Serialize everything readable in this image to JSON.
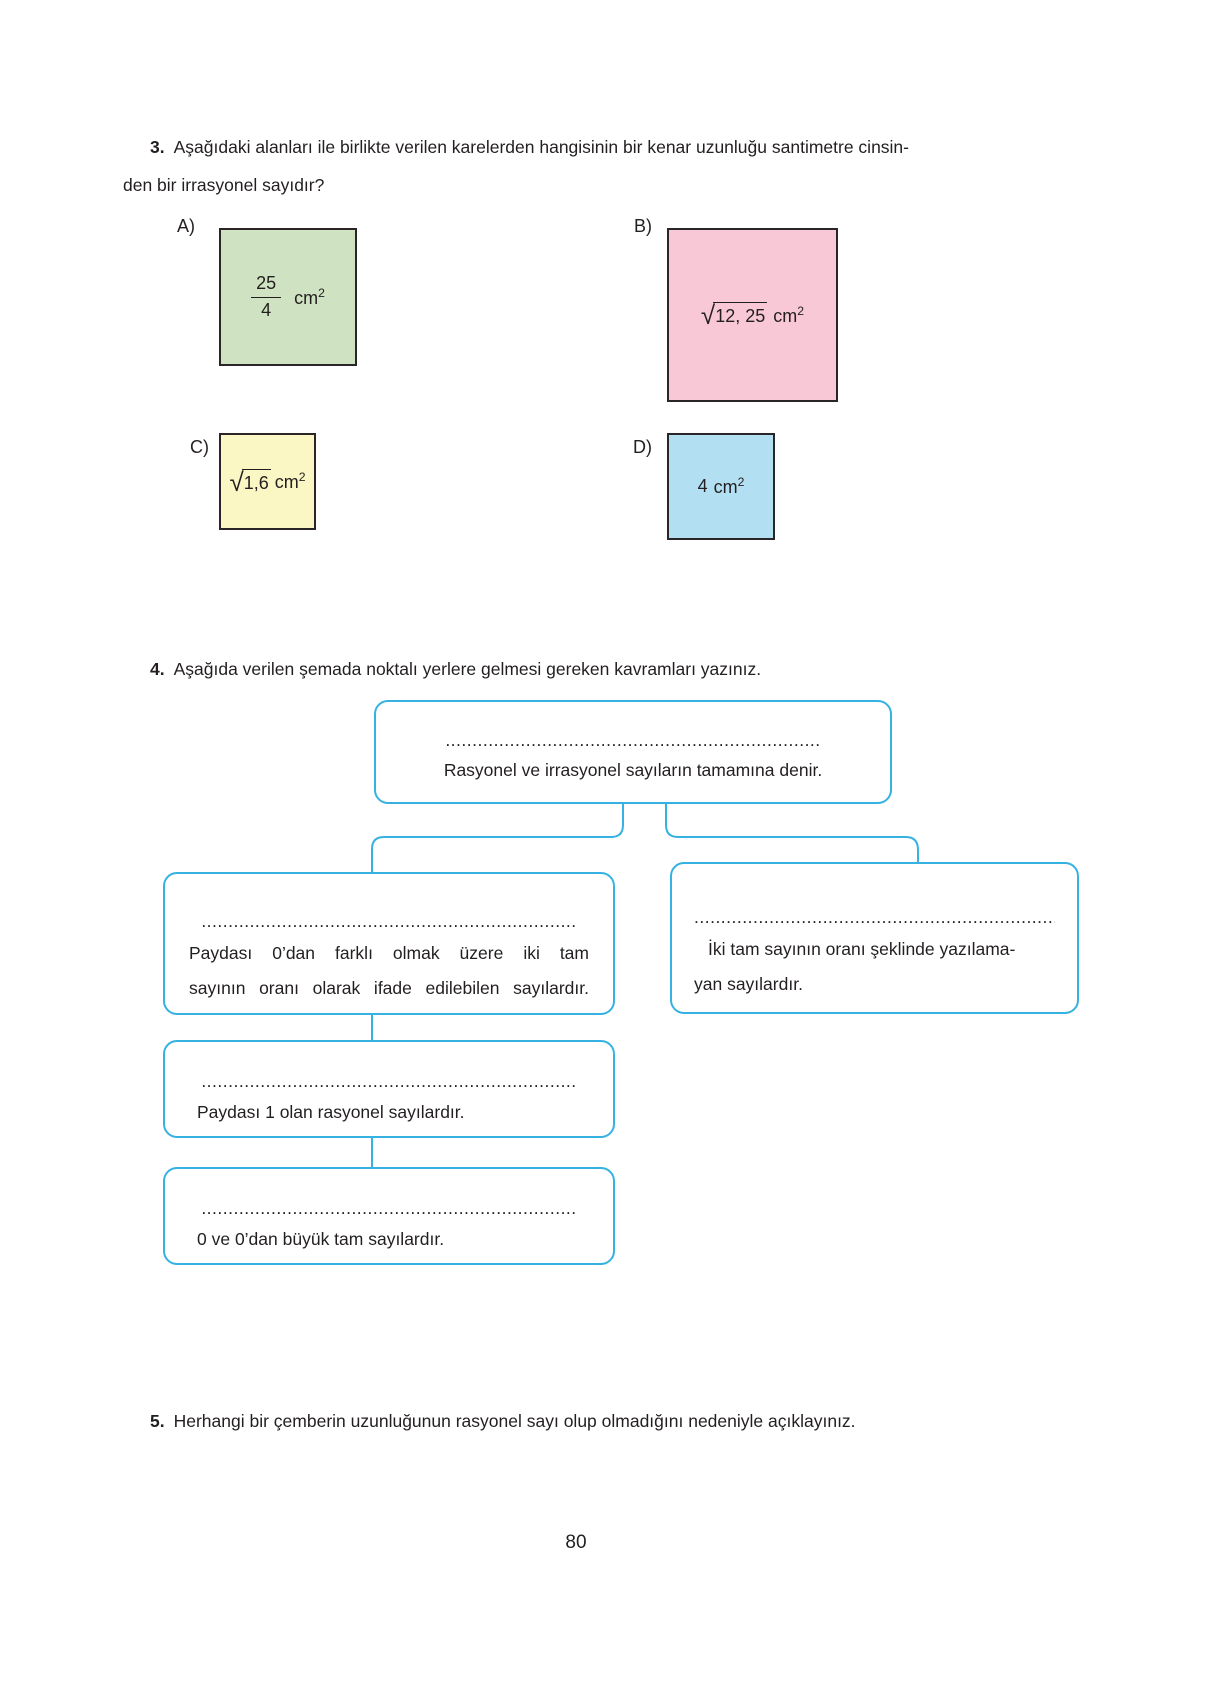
{
  "colors": {
    "ink": "#231f20",
    "accent": "#36b2e2",
    "green": "#cfe3c2",
    "pink": "#f9c8d6",
    "yellow": "#fbf7c4",
    "blue": "#b3dff2",
    "sqborder": "#2a2627"
  },
  "q3": {
    "number": "3.",
    "line1": "Aşağıdaki alanları ile birlikte verilen karelerden hangisinin bir kenar uzunluğu santimetre cinsin-",
    "line2": "den bir irrasyonel sayıdır?",
    "radical_sign": "√",
    "options": {
      "a": {
        "label": "A)",
        "numerator": "25",
        "denominator": "4",
        "unit": "cm",
        "exponent": "2"
      },
      "b": {
        "label": "B)",
        "radicand": "12, 25",
        "unit": "cm",
        "exponent": "2"
      },
      "c": {
        "label": "C)",
        "radicand": "1,6",
        "unit": "cm",
        "exponent": "2"
      },
      "d": {
        "label": "D)",
        "value": "4",
        "unit": "cm",
        "exponent": "2"
      }
    }
  },
  "q4": {
    "number": "4.",
    "text": "Aşağıda verilen şemada noktalı yerlere gelmesi gereken kavramları yazınız.",
    "diagram": {
      "root": {
        "dots": "......................................................................",
        "text": "Rasyonel ve irrasyonel sayıların tamamına denir."
      },
      "rational": {
        "dots": "......................................................................",
        "line1": "Paydası 0’dan farklı olmak üzere iki tam",
        "line2": "sayının oranı olarak ifade edilebilen sayılardır."
      },
      "irrational": {
        "dots": "......................................................................",
        "line1": "İki tam sayının oranı şeklinde yazılama-",
        "line2": "yan sayılardır."
      },
      "integers": {
        "dots": "......................................................................",
        "text": "Paydası 1 olan rasyonel sayılardır."
      },
      "naturals": {
        "dots": "......................................................................",
        "text": "0 ve 0’dan büyük tam sayılardır."
      }
    }
  },
  "q5": {
    "number": "5.",
    "text": "Herhangi bir çemberin uzunluğunun rasyonel sayı olup olmadığını nedeniyle açıklayınız."
  },
  "page_number": "80"
}
